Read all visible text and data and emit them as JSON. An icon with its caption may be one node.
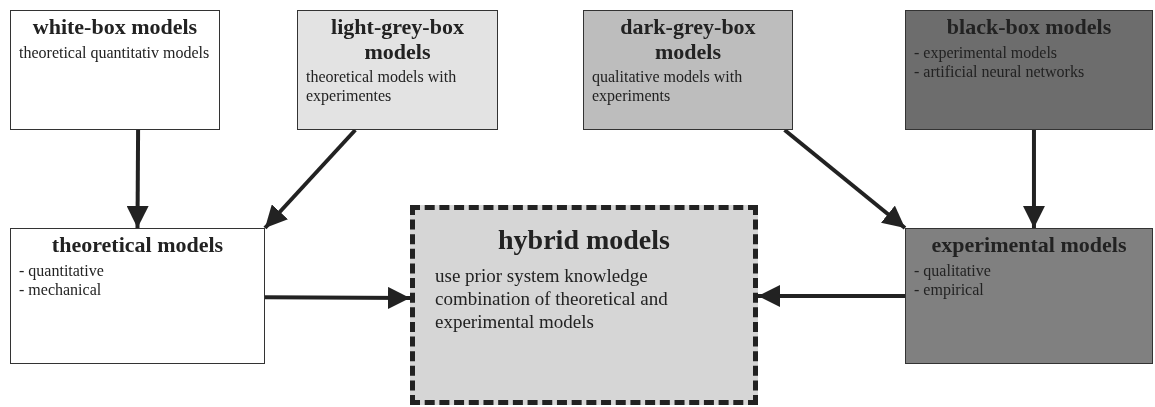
{
  "diagram": {
    "nodes": [
      {
        "text": [
          "white-box models",
          "theoretical quantitativ models"
        ]
      },
      {
        "text": [
          "light-grey-box models",
          "theoretical models with experimentes"
        ]
      },
      {
        "text": [
          "dark-grey-box models",
          "qualitative models with experiments"
        ]
      },
      {
        "text": [
          "black-box models",
          "- experimental models",
          "- artificial neural networks"
        ]
      },
      {
        "text": [
          "theoretical models",
          "- quantitative",
          "- mechanical"
        ]
      },
      {
        "text": [
          "hybrid models",
          "use prior system knowledge",
          "combination of theoretical and experimental models"
        ]
      },
      {
        "text": [
          "experimental models",
          "- qualitative",
          "- empirical"
        ]
      }
    ],
    "edges": [
      {
        "from": 0,
        "to": 4,
        "arrow": "to"
      },
      {
        "from": 1,
        "to": 4,
        "arrow": "to"
      },
      {
        "from": 2,
        "to": 6,
        "arrow": "to"
      },
      {
        "from": 3,
        "to": 6,
        "arrow": "to"
      },
      {
        "from": 4,
        "to": 5,
        "arrow": "to"
      },
      {
        "from": 6,
        "to": 5,
        "arrow": "to"
      }
    ]
  }
}
